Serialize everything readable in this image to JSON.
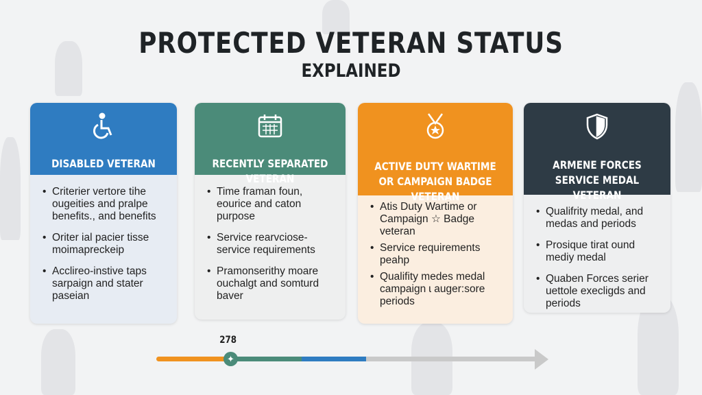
{
  "title": "PROTECTED VETERAN STATUS",
  "subtitle": "EXPLAINED",
  "cards": [
    {
      "title": "DISABLED VETERAN",
      "icon": "wheelchair-icon",
      "color": "#2f7cc1",
      "bullets": [
        "Criterier vertore tihe ougeities and pralpe benefits., and benefits",
        "Oriter ial pacier tisse moimapreckeip",
        "Acclireo-instive taps sarpaign and stater paseian"
      ]
    },
    {
      "title": "RECENTLY SEPARATED VETERAN",
      "icon": "calendar-icon",
      "color": "#4b8b79",
      "bullets": [
        "Time framan foun, eourice and caton purpose",
        "Service rearvciose-service requirements",
        "Pramonserithy moare ouchalgt and somturd baver"
      ]
    },
    {
      "title": "ACTIVE DUTY WARTIME OR CAMPAIGN BADGE VETERAN",
      "icon": "medal-icon",
      "color": "#f0921f",
      "bullets": [
        "Atis Duty Wartime or Campaign ☆ Badge veteran",
        "Service requirements peahp",
        "Qualifity medes medal campaign ɩ auger:sore periods"
      ]
    },
    {
      "title": "ARMENE FORCES SERVICE MEDAL VETERAN",
      "icon": "shield-icon",
      "color": "#2e3b45",
      "bullets": [
        "Qualifrity medal, and medas and periods",
        "Prosique tirat ound mediy medal",
        "Quaben Forces serier uettole execligds and periods"
      ]
    }
  ],
  "timeline": {
    "label": "278",
    "colors": [
      "#f0921f",
      "#4b8b79",
      "#2f7cc1",
      "#c9c9c9"
    ]
  }
}
